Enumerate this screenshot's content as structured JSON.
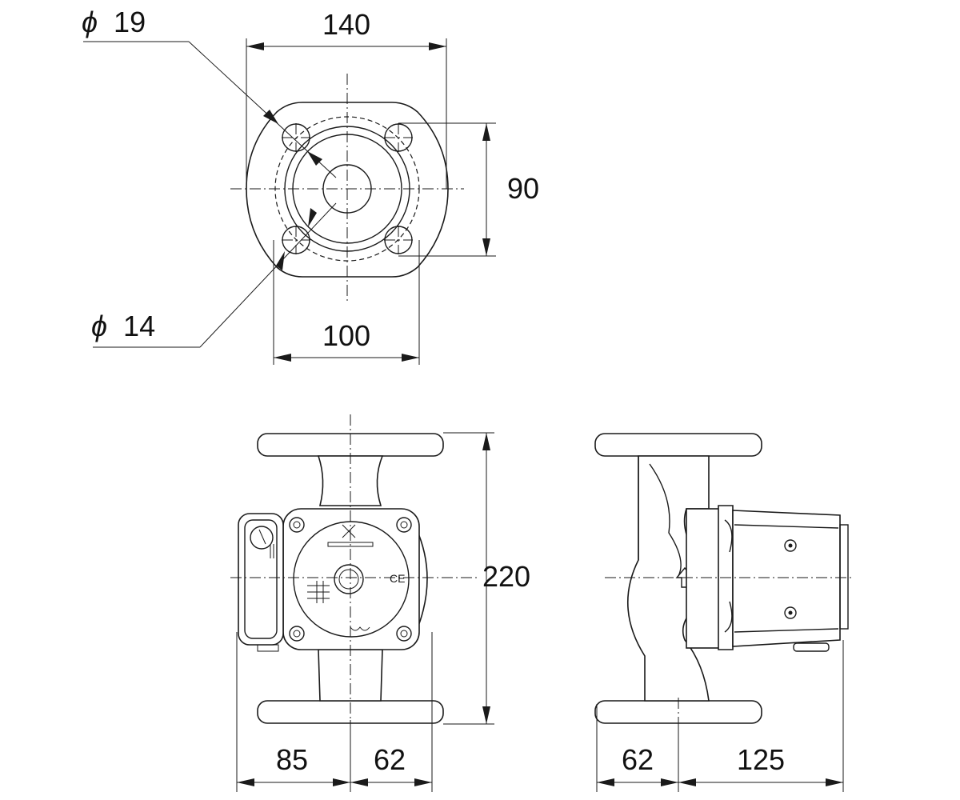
{
  "dimensions": {
    "top_width": "140",
    "top_height": "90",
    "bolt_spacing": "100",
    "hole_large_value": "19",
    "hole_small_value": "14",
    "diameter_symbol": "ϕ",
    "front_height": "220",
    "front_left": "85",
    "front_right": "62",
    "side_left": "62",
    "side_right": "125"
  },
  "colors": {
    "line": "#1a1a1a",
    "background": "#ffffff"
  },
  "icons": [
    "grundfos-logo-icon",
    "ce-mark-icon",
    "flow-arrow-icon",
    "speed-selector-icon"
  ]
}
